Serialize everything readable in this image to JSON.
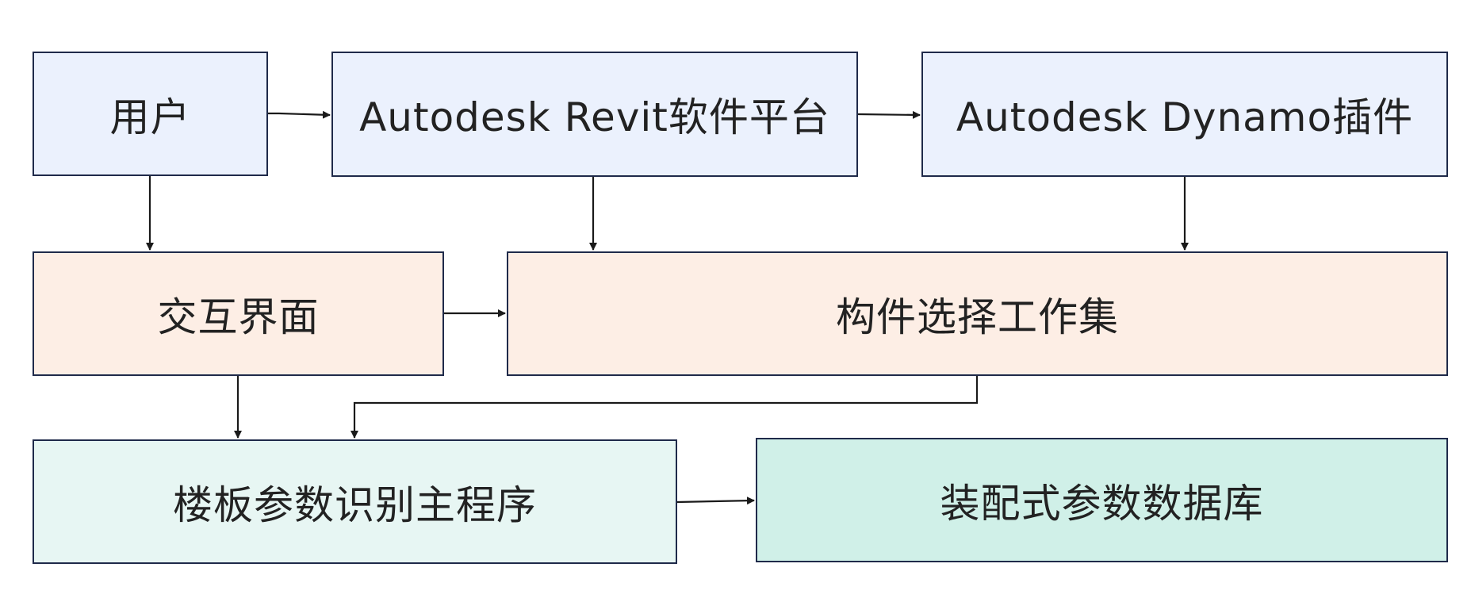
{
  "colors": {
    "border": "#1f2a4a",
    "text": "#222222",
    "arrow": "#1a1a1a",
    "row1_fill": "#ebf1fd",
    "row2_fill": "#fdeee5",
    "row3_left_fill": "#e7f6f3",
    "row3_right_fill": "#d0f0e8"
  },
  "nodes": {
    "user": "用户",
    "revit": "Autodesk Revit软件平台",
    "dynamo": "Autodesk Dynamo插件",
    "interface": "交互界面",
    "workset": "构件选择工作集",
    "main_program": "楼板参数识别主程序",
    "database": "装配式参数数据库"
  },
  "edges": [
    {
      "from": "user",
      "to": "revit"
    },
    {
      "from": "revit",
      "to": "dynamo"
    },
    {
      "from": "user",
      "to": "interface"
    },
    {
      "from": "revit",
      "to": "workset"
    },
    {
      "from": "dynamo",
      "to": "workset"
    },
    {
      "from": "interface",
      "to": "workset"
    },
    {
      "from": "interface",
      "to": "main_program"
    },
    {
      "from": "workset",
      "to": "main_program"
    },
    {
      "from": "main_program",
      "to": "database"
    }
  ]
}
